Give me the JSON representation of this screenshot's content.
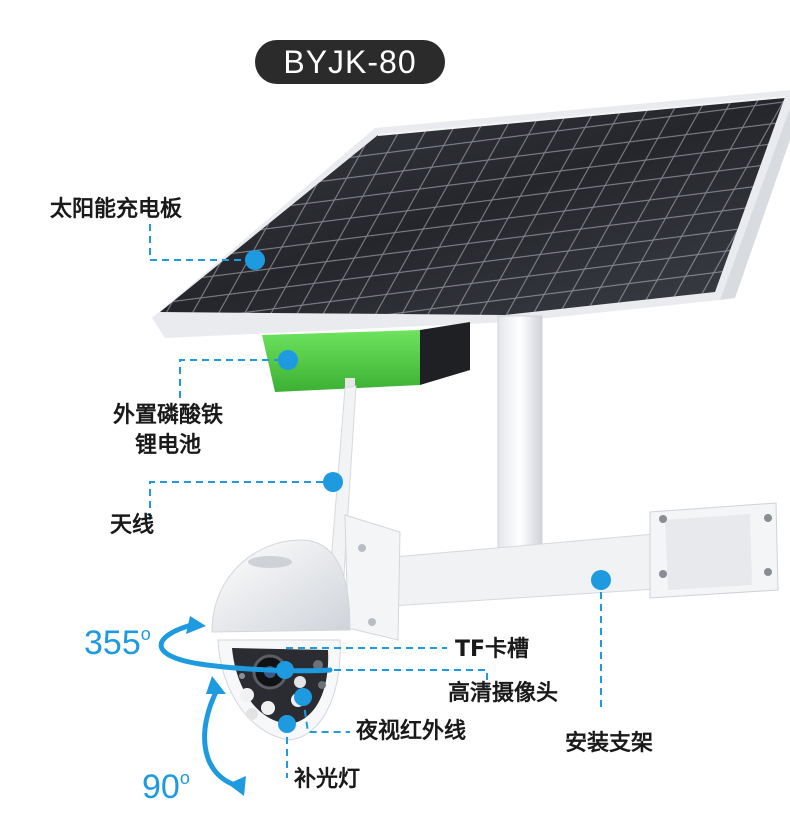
{
  "model": "BYJK-80",
  "labels": {
    "solar_panel": "太阳能充电板",
    "battery_line1": "外置磷酸铁",
    "battery_line2": "锂电池",
    "antenna": "天线",
    "tf_slot": "TF卡槽",
    "hd_camera": "高清摄像头",
    "night_ir": "夜视红外线",
    "fill_light": "补光灯",
    "bracket": "安装支架"
  },
  "angles": {
    "pan": "355",
    "tilt": "90",
    "degree_symbol": "o"
  },
  "colors": {
    "accent": "#1e9be0",
    "battery_green": "#57d24a",
    "pill": "#2b2b2b"
  }
}
